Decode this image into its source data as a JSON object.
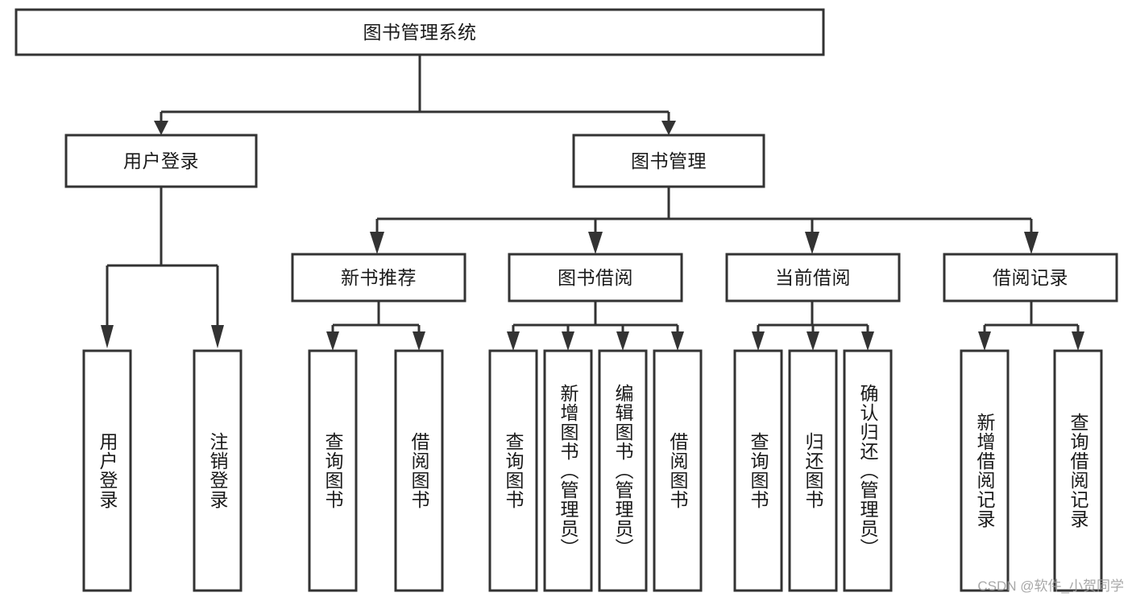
{
  "diagram": {
    "type": "tree",
    "title": "图书管理系统",
    "orientation": "top-down",
    "colors": {
      "box_fill": "#ffffff",
      "box_stroke": "#333333",
      "text": "#1a1a1a",
      "background": "#ffffff",
      "watermark": "#9a9a9a"
    },
    "root": {
      "label": "图书管理系统"
    },
    "level2": [
      {
        "label": "用户登录"
      },
      {
        "label": "图书管理"
      }
    ],
    "level3": [
      {
        "label": "新书推荐"
      },
      {
        "label": "图书借阅"
      },
      {
        "label": "当前借阅"
      },
      {
        "label": "借阅记录"
      }
    ],
    "leaves": {
      "user_login": [
        {
          "label": "用户登录"
        },
        {
          "label": "注销登录"
        }
      ],
      "new_book_recommend": [
        {
          "label": "查询图书"
        },
        {
          "label": "借阅图书"
        }
      ],
      "book_borrow": [
        {
          "label": "查询图书"
        },
        {
          "label": "新增图书（管理员）"
        },
        {
          "label": "编辑图书（管理员）"
        },
        {
          "label": "借阅图书"
        }
      ],
      "current_borrow": [
        {
          "label": "查询图书"
        },
        {
          "label": "归还图书"
        },
        {
          "label": "确认归还（管理员）"
        }
      ],
      "borrow_record": [
        {
          "label": "新增借阅记录"
        },
        {
          "label": "查询借阅记录"
        }
      ]
    }
  },
  "watermark": {
    "text": "CSDN @软件_小贺同学"
  }
}
